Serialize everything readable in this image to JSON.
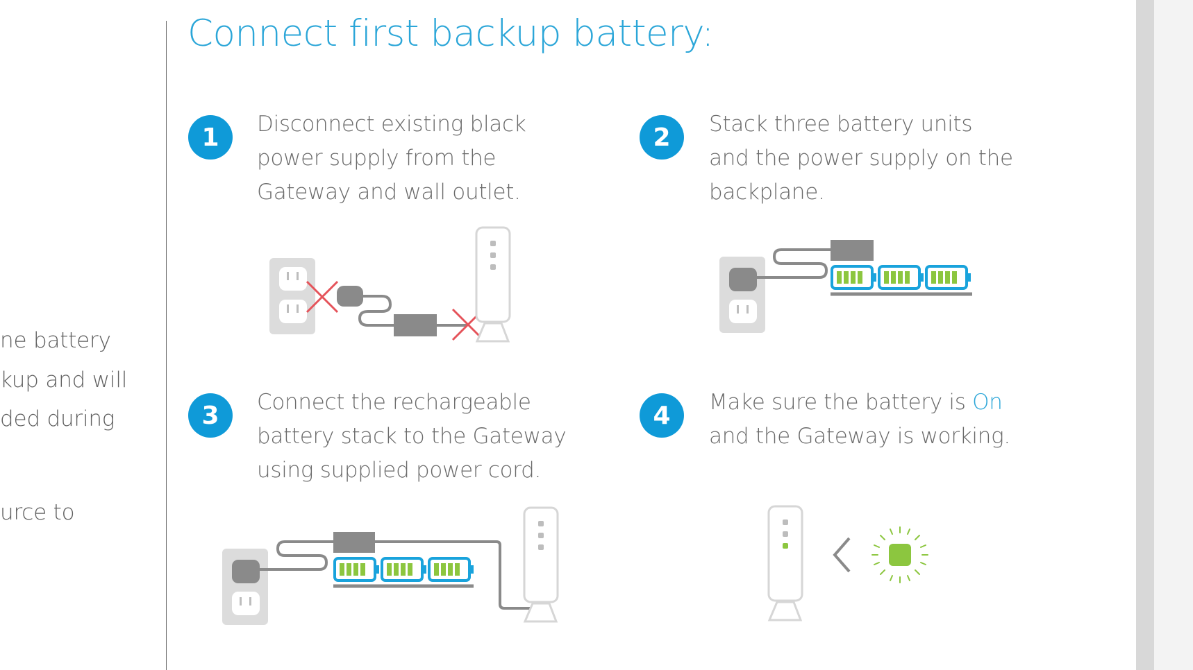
{
  "left_panel": {
    "fragments": [
      "ne battery",
      "kup and will",
      "ded during",
      "urce to"
    ]
  },
  "header": {
    "title": "Connect first backup battery:"
  },
  "steps": [
    {
      "number": "1",
      "lines": [
        "Disconnect existing black",
        "power supply from the",
        "Gateway and wall outlet."
      ]
    },
    {
      "number": "2",
      "lines": [
        "Stack three battery units",
        "and the power supply on the",
        "backplane."
      ]
    },
    {
      "number": "3",
      "lines": [
        "Connect the rechargeable",
        "battery stack to the Gateway",
        "using supplied power cord."
      ]
    },
    {
      "number": "4",
      "line1_prefix": "Make sure the battery is ",
      "line1_highlight": "On",
      "line2": "and the Gateway is working."
    }
  ],
  "colors": {
    "accent": "#2ba6d8",
    "badge": "#0f9ad8",
    "battery_outline": "#19a3dc",
    "battery_cell": "#8cc63f",
    "error_mark": "#e5535a",
    "device_gray": "#8a8a8a"
  },
  "icons": [
    "wall-outlet-icon",
    "power-adapter-icon",
    "gateway-icon",
    "battery-stack-icon",
    "x-mark-icon",
    "status-led-icon",
    "chevron-left-icon"
  ]
}
